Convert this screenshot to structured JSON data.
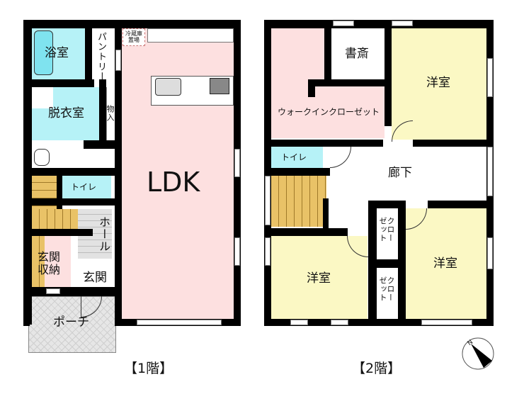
{
  "floor1": {
    "title": "【1階】",
    "rooms": {
      "bath": "浴室",
      "pantry": "パントリー",
      "fridge": "冷蔵庫\n置場",
      "dressing": "脱衣室",
      "storage": "物入",
      "toilet": "トイレ",
      "ldk": "LDK",
      "hall": "ホール",
      "entrance_storage": "玄関収納",
      "entrance": "玄関",
      "porch": "ポーチ"
    }
  },
  "floor2": {
    "title": "【2階】",
    "rooms": {
      "walkin_closet": "ウォークインクローゼット",
      "study": "書斎",
      "western_room_ne": "洋室",
      "toilet": "トイレ",
      "corridor": "廊下",
      "closet_upper": "クローゼット",
      "closet_lower": "クローゼット",
      "western_room_sw": "洋室",
      "western_room_se": "洋室"
    }
  },
  "compass": {
    "label": "N",
    "icon": "north-arrow-icon"
  },
  "colors": {
    "wall": "#000000",
    "ldk_pink": "#fde0e0",
    "water_cyan": "#b6f2f7",
    "room_yellow": "#fbf8c4",
    "stair_gold": "#e9c267",
    "porch_grey": "#e6e6e6"
  }
}
